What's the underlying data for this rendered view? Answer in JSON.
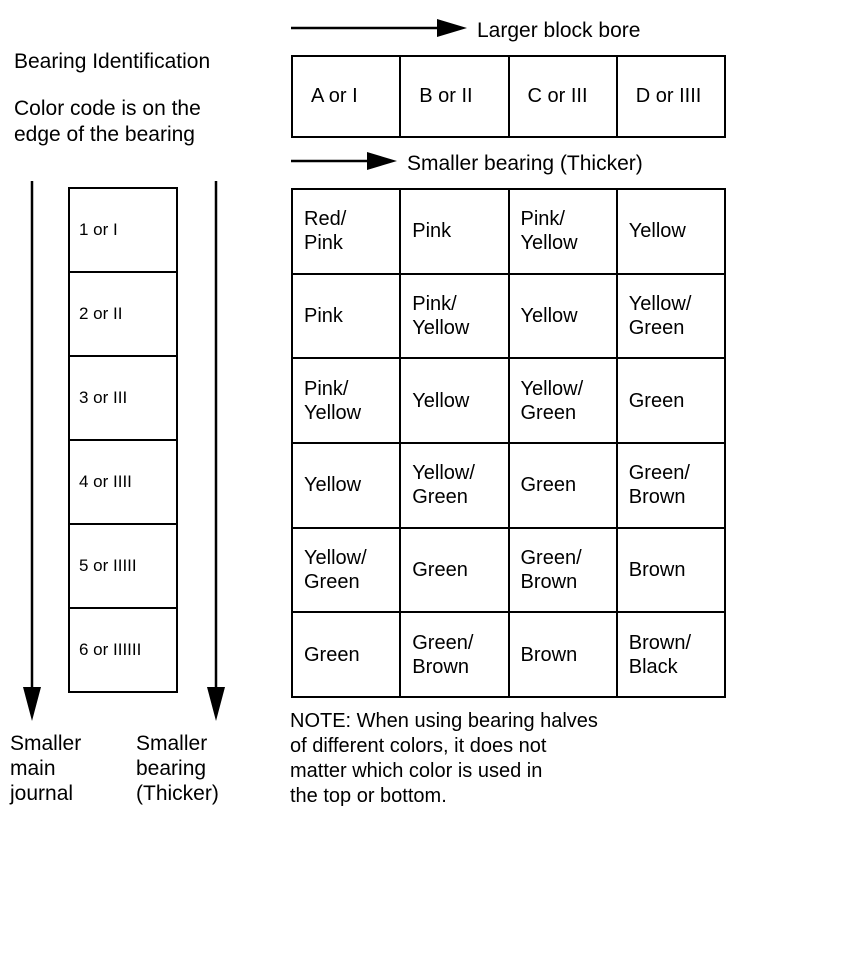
{
  "headings": {
    "title": "Bearing Identification",
    "subtitle": "Color code is on the\nedge of the bearing"
  },
  "arrows": {
    "top_label": "Larger block bore",
    "second_label": "Smaller bearing (Thicker)",
    "left_vertical_icon": "down-arrow-icon",
    "right_vertical_icon": "down-arrow-icon",
    "horizontal_icon": "right-arrow-icon"
  },
  "bottom_captions": {
    "left": "Smaller\nmain\njournal",
    "right": "Smaller\nbearing\n(Thicker)"
  },
  "header_table": {
    "columns": [
      "A or I",
      "B or II",
      "C or III",
      "D or IIII"
    ]
  },
  "left_index_table": {
    "rows": [
      "1 or I",
      "2 or II",
      "3 or III",
      "4 or IIII",
      "5 or IIIII",
      "6 or IIIIII"
    ]
  },
  "chart_data": {
    "type": "table",
    "title": "Bearing Identification",
    "xlabel": "Larger block bore",
    "ylabel": "Smaller main journal",
    "columns": [
      "A or I",
      "B or II",
      "C or III",
      "D or IIII"
    ],
    "rows": [
      "1 or I",
      "2 or II",
      "3 or III",
      "4 or IIII",
      "5 or IIIII",
      "6 or IIIIII"
    ],
    "cells": [
      [
        "Red/\nPink",
        "Pink",
        "Pink/\nYellow",
        "Yellow"
      ],
      [
        "Pink",
        "Pink/\nYellow",
        "Yellow",
        "Yellow/\nGreen"
      ],
      [
        "Pink/\nYellow",
        "Yellow",
        "Yellow/\nGreen",
        "Green"
      ],
      [
        "Yellow",
        "Yellow/\nGreen",
        "Green",
        "Green/\nBrown"
      ],
      [
        "Yellow/\nGreen",
        "Green",
        "Green/\nBrown",
        "Brown"
      ],
      [
        "Green",
        "Green/\nBrown",
        "Brown",
        "Brown/\nBlack"
      ]
    ]
  },
  "note": "NOTE: When using bearing halves\nof different colors, it does not\nmatter which color is used in\nthe top or bottom.",
  "colors": {
    "ink": "#000000",
    "background": "#ffffff"
  }
}
